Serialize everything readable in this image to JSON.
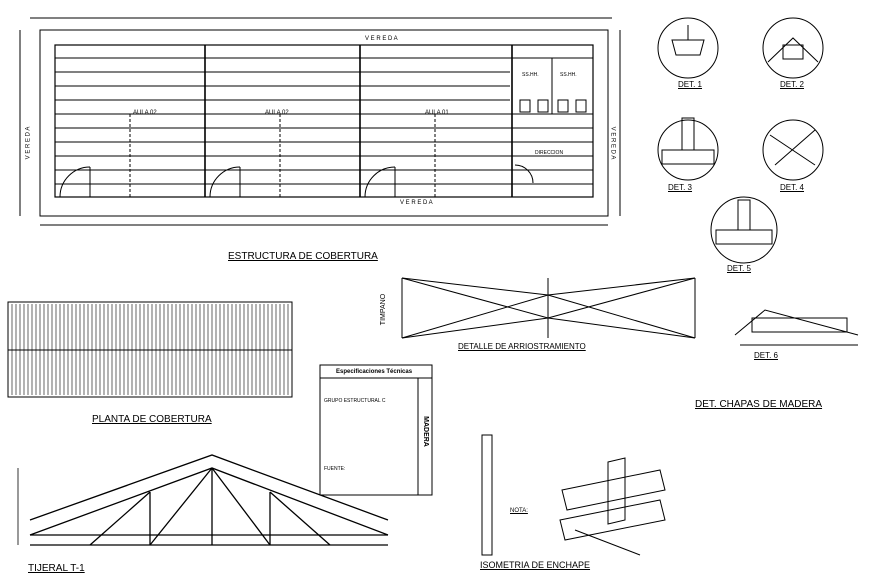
{
  "plan": {
    "title": "ESTRUCTURA DE COBERTURA",
    "vereda_top": "V E R E D A",
    "vereda_bottom": "V E R E D A",
    "vereda_left": "V E R E D A",
    "vereda_right": "V E R E D A",
    "aula_02": "AULA 02",
    "aula_02b": "AULA 02",
    "aula_01": "AULA 01",
    "direccion": "DIRECCION",
    "sshh_1": "SS.HH.",
    "sshh_2": "SS.HH."
  },
  "details": {
    "det1": "DET. 1",
    "det2": "DET. 2",
    "det3": "DET. 3",
    "det4": "DET. 4",
    "det5": "DET. 5",
    "det6": "DET. 6",
    "chapas": "DET. CHAPAS DE MADERA"
  },
  "planta": {
    "title": "PLANTA DE COBERTURA"
  },
  "arriostramiento": {
    "title": "DETALLE DE ARRIOSTRAMIENTO",
    "timpano": "TIMPANO"
  },
  "specs": {
    "heading": "Especificaciones Técnicas",
    "grupo": "GRUPO ESTRUCTURAL C",
    "fuente": "FUENTE:",
    "madera": "MADERA"
  },
  "truss": {
    "title": "TIJERAL T-1"
  },
  "isometria": {
    "title": "ISOMETRIA DE ENCHAPE",
    "nota": "NOTA:"
  }
}
